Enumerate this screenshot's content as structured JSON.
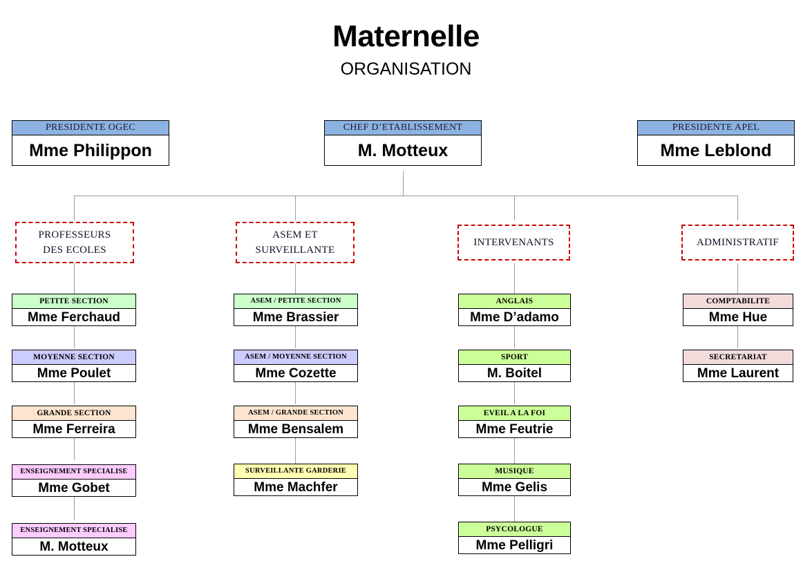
{
  "title": "Maternelle",
  "subtitle": "ORGANISATION",
  "colors": {
    "header_blue": "#8db3e2",
    "category_border_red": "#cc0000",
    "connector_gray": "#9a9a9a",
    "green": "#ccffcc",
    "lavender": "#ccccff",
    "peach": "#fde4d0",
    "pink": "#ffccff",
    "yellow": "#ffffb3",
    "bright_green": "#ccff99",
    "rose": "#f2dcdb"
  },
  "top_level": [
    {
      "role": "PRESIDENTE OGEC",
      "name": "Mme Philippon"
    },
    {
      "role": "CHEF D’ETABLISSEMENT",
      "name": "M. Motteux"
    },
    {
      "role": "PRESIDENTE APEL",
      "name": "Mme Leblond"
    }
  ],
  "categories": [
    {
      "label_lines": [
        "PROFESSEURS",
        "DES ECOLES"
      ]
    },
    {
      "label_lines": [
        "ASEM ET",
        "SURVEILLANTE"
      ]
    },
    {
      "label_lines": [
        "INTERVENANTS"
      ]
    },
    {
      "label_lines": [
        "ADMINISTRATIF"
      ]
    }
  ],
  "columns": [
    {
      "category": "PROFESSEURS DES ECOLES",
      "members": [
        {
          "role": "PETITE SECTION",
          "name": "Mme Ferchaud",
          "color": "#ccffcc"
        },
        {
          "role": "MOYENNE SECTION",
          "name": "Mme Poulet",
          "color": "#ccccff"
        },
        {
          "role": "GRANDE SECTION",
          "name": "Mme Ferreira",
          "color": "#fde4d0"
        },
        {
          "role": "ENSEIGNEMENT SPECIALISE",
          "name": "Mme Gobet",
          "color": "#ffccff"
        },
        {
          "role": "ENSEIGNEMENT SPECIALISE",
          "name": "M. Motteux",
          "color": "#ffccff"
        }
      ]
    },
    {
      "category": "ASEM ET SURVEILLANTE",
      "members": [
        {
          "role": "ASEM / PETITE SECTION",
          "name": "Mme Brassier",
          "color": "#ccffcc"
        },
        {
          "role": "ASEM / MOYENNE SECTION",
          "name": "Mme Cozette",
          "color": "#ccccff"
        },
        {
          "role": "ASEM / GRANDE SECTION",
          "name": "Mme Bensalem",
          "color": "#fde4d0"
        },
        {
          "role": "SURVEILLANTE GARDERIE",
          "name": "Mme Machfer",
          "color": "#ffffb3"
        }
      ]
    },
    {
      "category": "INTERVENANTS",
      "members": [
        {
          "role": "ANGLAIS",
          "name": "Mme D’adamo",
          "color": "#ccff99"
        },
        {
          "role": "SPORT",
          "name": "M. Boitel",
          "color": "#ccff99"
        },
        {
          "role": "EVEIL A LA FOI",
          "name": "Mme Feutrie",
          "color": "#ccff99"
        },
        {
          "role": "MUSIQUE",
          "name": "Mme Gelis",
          "color": "#ccff99"
        },
        {
          "role": "PSYCOLOGUE",
          "name": "Mme Pelligri",
          "color": "#ccff99"
        }
      ]
    },
    {
      "category": "ADMINISTRATIF",
      "members": [
        {
          "role": "COMPTABILITE",
          "name": "Mme Hue",
          "color": "#f2dcdb"
        },
        {
          "role": "SECRETARIAT",
          "name": "Mme Laurent",
          "color": "#f2dcdb"
        }
      ]
    }
  ]
}
